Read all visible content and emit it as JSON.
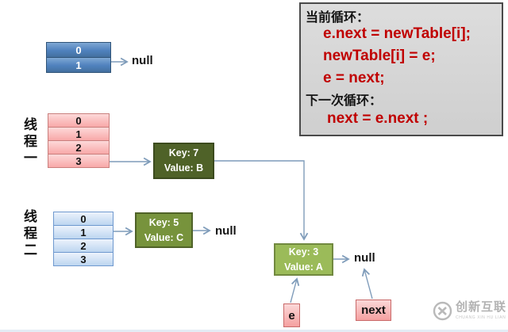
{
  "code_panel": {
    "current_title": "当前循环：",
    "line1": "e.next = newTable[i];",
    "line2": "newTable[i] = e;",
    "line3": "e = next;",
    "next_title": "下一次循环：",
    "line4": "next = e.next ;"
  },
  "main_table": {
    "cells": [
      "0",
      "1"
    ],
    "null_label": "null"
  },
  "thread1": {
    "label": "线程一",
    "cells": [
      "0",
      "1",
      "2",
      "3"
    ],
    "node_key": "Key: 7",
    "node_value": "Value: B"
  },
  "thread2": {
    "label": "线程二",
    "cells": [
      "0",
      "1",
      "2",
      "3"
    ],
    "node_key": "Key: 5",
    "node_value": "Value: C",
    "null_label": "null"
  },
  "node_a": {
    "key": "Key: 3",
    "value": "Value: A",
    "null_label": "null"
  },
  "pointer_e": {
    "label": "e"
  },
  "pointer_next": {
    "label": "next"
  },
  "watermark": {
    "brand": "创新互联",
    "caption": "CHUANG XIN HU LIAN"
  },
  "colors": {
    "code_red": "#c00000",
    "code_panel_bg": "#d6d6d6",
    "node_dark_green": "#4f6228",
    "node_mid_green": "#77933c",
    "node_light_green": "#9bbb59",
    "table_blue": "#4f81bd",
    "table_light_blue": "#cbdcf2",
    "table_pink": "#f8a8a8",
    "arrow": "#7f9cba"
  }
}
